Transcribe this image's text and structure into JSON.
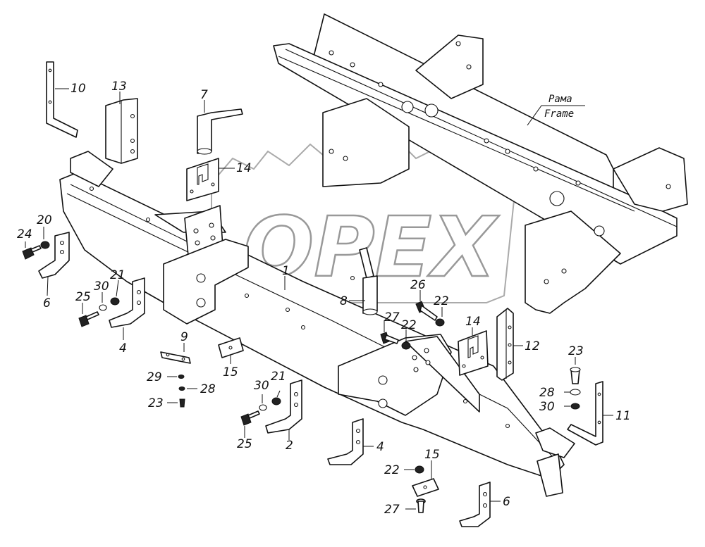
{
  "watermark": {
    "text": "OPEX"
  },
  "frame_label": {
    "ru": "Рама",
    "en": "Frame"
  },
  "callouts": [
    {
      "id": "c10",
      "text": "10"
    },
    {
      "id": "c13",
      "text": "13"
    },
    {
      "id": "c7",
      "text": "7"
    },
    {
      "id": "c14a",
      "text": "14"
    },
    {
      "id": "c24",
      "text": "24"
    },
    {
      "id": "c20",
      "text": "20"
    },
    {
      "id": "c6a",
      "text": "6"
    },
    {
      "id": "c1",
      "text": "1"
    },
    {
      "id": "c21a",
      "text": "21"
    },
    {
      "id": "c30a",
      "text": "30"
    },
    {
      "id": "c25a",
      "text": "25"
    },
    {
      "id": "c4a",
      "text": "4"
    },
    {
      "id": "c8",
      "text": "8"
    },
    {
      "id": "c26",
      "text": "26"
    },
    {
      "id": "c22a",
      "text": "22"
    },
    {
      "id": "c27a",
      "text": "27"
    },
    {
      "id": "c22b",
      "text": "22"
    },
    {
      "id": "c14b",
      "text": "14"
    },
    {
      "id": "c12",
      "text": "12"
    },
    {
      "id": "c9",
      "text": "9"
    },
    {
      "id": "c29",
      "text": "29"
    },
    {
      "id": "c28a",
      "text": "28"
    },
    {
      "id": "c23a",
      "text": "23"
    },
    {
      "id": "c15a",
      "text": "15"
    },
    {
      "id": "c21b",
      "text": "21"
    },
    {
      "id": "c30b",
      "text": "30"
    },
    {
      "id": "c25b",
      "text": "25"
    },
    {
      "id": "c2",
      "text": "2"
    },
    {
      "id": "c4b",
      "text": "4"
    },
    {
      "id": "c23b",
      "text": "23"
    },
    {
      "id": "c28b",
      "text": "28"
    },
    {
      "id": "c30c",
      "text": "30"
    },
    {
      "id": "c11",
      "text": "11"
    },
    {
      "id": "c15b",
      "text": "15"
    },
    {
      "id": "c22c",
      "text": "22"
    },
    {
      "id": "c27b",
      "text": "27"
    },
    {
      "id": "c6b",
      "text": "6"
    }
  ]
}
